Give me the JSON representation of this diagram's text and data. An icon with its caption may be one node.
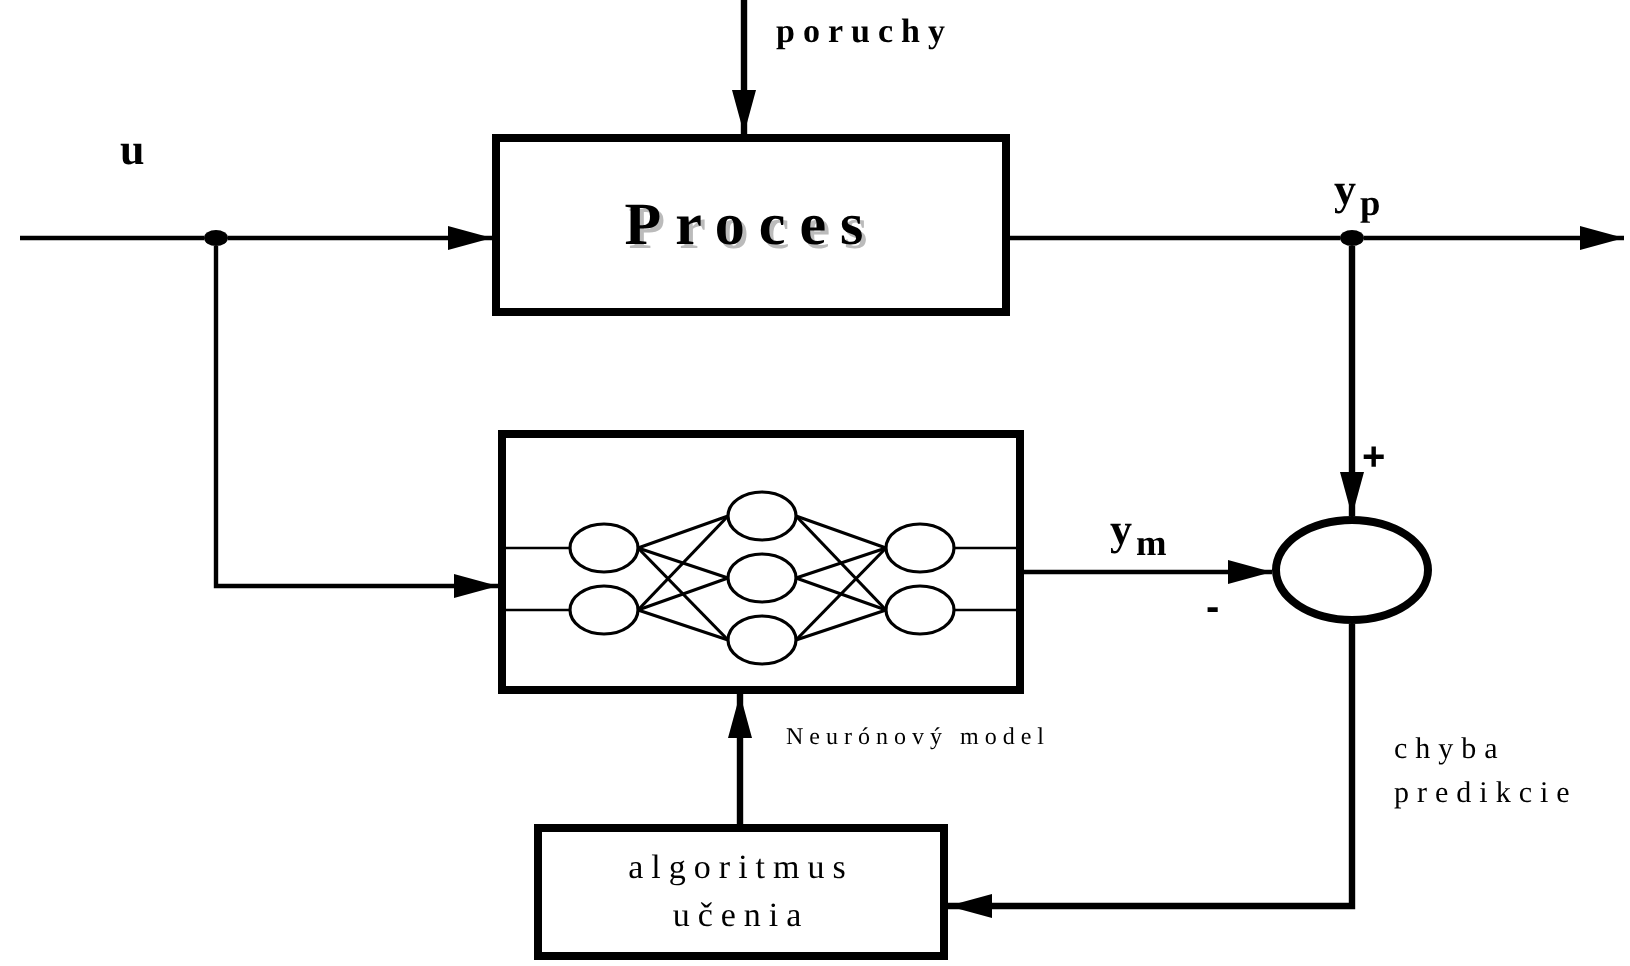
{
  "diagram": {
    "nodes": [
      {
        "text": [
          "Proces"
        ]
      },
      {
        "text": [],
        "shape": "box",
        "beside": [
          "Neurónový model"
        ]
      },
      {
        "text": [],
        "shape": "circle"
      },
      {
        "text": [
          "algoritmus učenia"
        ]
      },
      {
        "text": [],
        "shape": "circle"
      },
      {
        "text": [],
        "shape": "circle"
      }
    ],
    "edges": [
      {
        "from": null,
        "to": 4,
        "arrow": "none"
      },
      {
        "from": 4,
        "to": 0,
        "arrow": "to"
      },
      {
        "from": 4,
        "to": 1,
        "arrow": "to"
      },
      {
        "from": null,
        "to": 0,
        "arrow": "to",
        "label": "poruchy"
      },
      {
        "from": 0,
        "to": 5,
        "arrow": "none"
      },
      {
        "from": 5,
        "to": null,
        "arrow": "to"
      },
      {
        "from": 5,
        "to": 2,
        "arrow": "to"
      },
      {
        "from": 1,
        "to": 2,
        "arrow": "to",
        "label": "y$_{m}$"
      },
      {
        "from": 2,
        "to": 3,
        "arrow": "to",
        "label": "chyba predikcie"
      },
      {
        "from": 3,
        "to": 1,
        "arrow": "to"
      }
    ],
    "labels": [
      "u",
      "y$_{p}$",
      "+",
      "-"
    ]
  }
}
